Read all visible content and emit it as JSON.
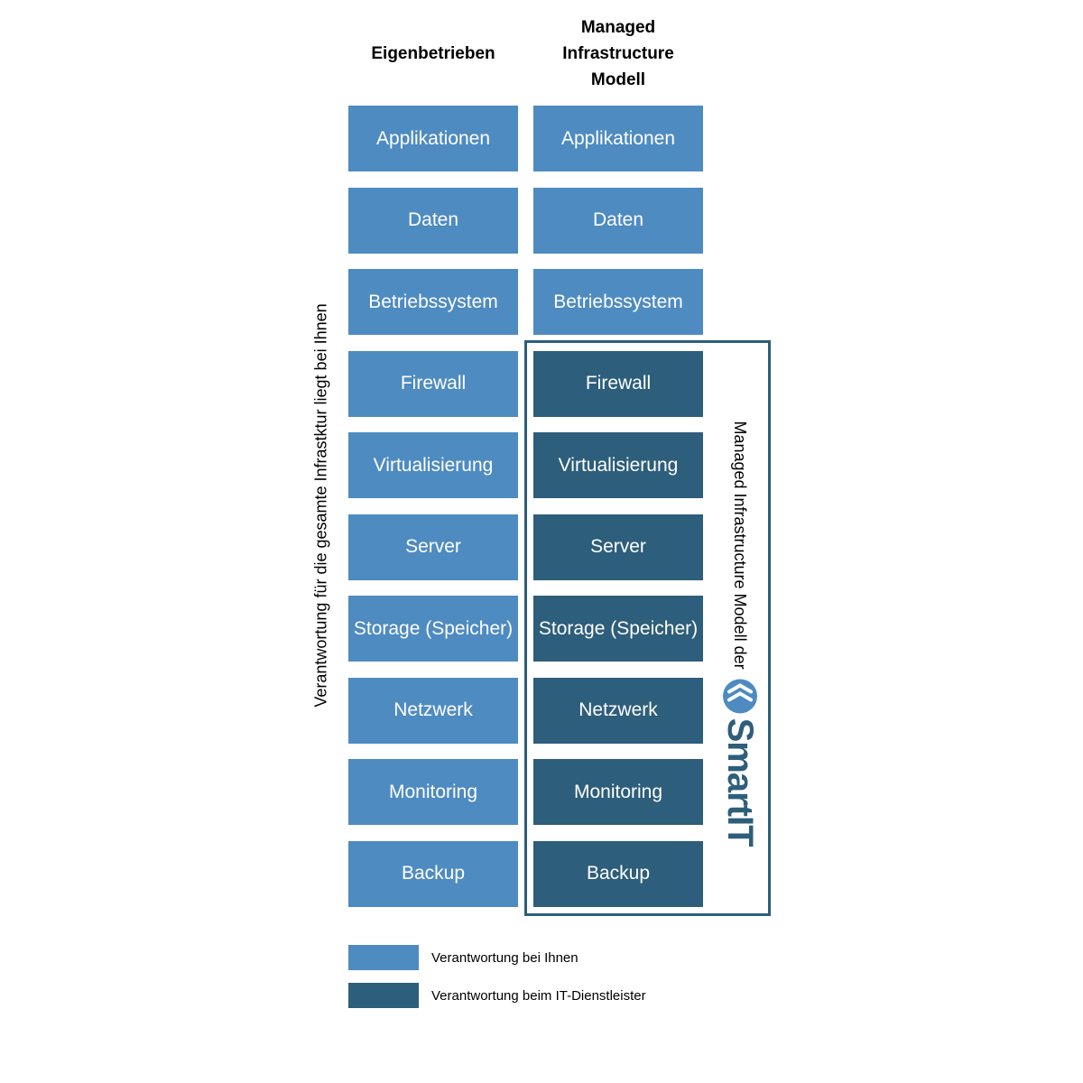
{
  "headers": {
    "left": "Eigenbetrieben",
    "right_lines": [
      "Managed",
      "Infrastructure",
      "Modell"
    ]
  },
  "layers": [
    "Applikationen",
    "Daten",
    "Betriebssystem",
    "Firewall",
    "Virtualisierung",
    "Server",
    "Storage (Speicher)",
    "Netzwerk",
    "Monitoring",
    "Backup"
  ],
  "right_column_provider_managed_from_index": 3,
  "left_side_label": "Verantwortung für die gesamte Infrastktur liegt bei Ihnen",
  "right_side_label": "Managed Infrastructure Modell der",
  "logo": {
    "text": "SmartIT"
  },
  "legend": [
    {
      "label": "Verantwortung bei Ihnen",
      "color": "#4e8bc1"
    },
    {
      "label": "Verantwortung beim IT-Dienstleister",
      "color": "#2d5e7b"
    }
  ],
  "colors": {
    "customer": "#4e8bc1",
    "provider": "#2d5e7b"
  }
}
